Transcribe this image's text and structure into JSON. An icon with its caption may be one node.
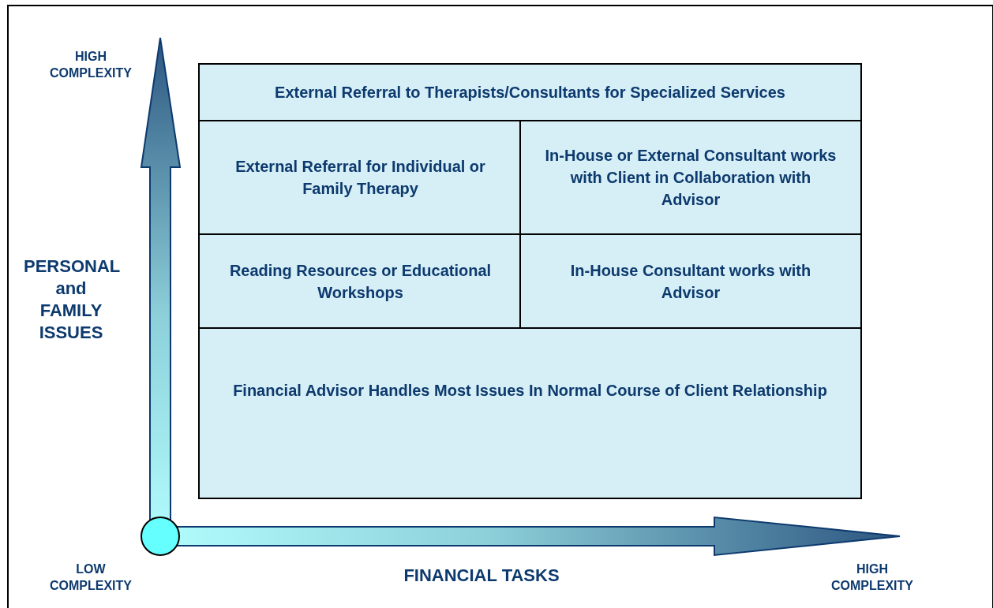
{
  "diagram": {
    "nodes": [
      {
        "text": [
          "External Referral to Therapists/Consultants for Specialized Services"
        ]
      },
      {
        "text": [
          "External Referral for Individual or Family Therapy"
        ]
      },
      {
        "text": [
          "In-House or External Consultant works with Client in Collaboration with Advisor"
        ]
      },
      {
        "text": [
          "Reading Resources or Educational Workshops"
        ]
      },
      {
        "text": [
          "In-House Consultant works with Advisor"
        ]
      },
      {
        "text": [
          "Financial Advisor Handles Most Issues In Normal Course of Client Relationship"
        ]
      }
    ],
    "labels": [
      "HIGH COMPLEXITY",
      "PERSONAL and FAMILY ISSUES",
      "LOW COMPLEXITY",
      "FINANCIAL TASKS",
      "HIGH COMPLEXITY"
    ]
  }
}
